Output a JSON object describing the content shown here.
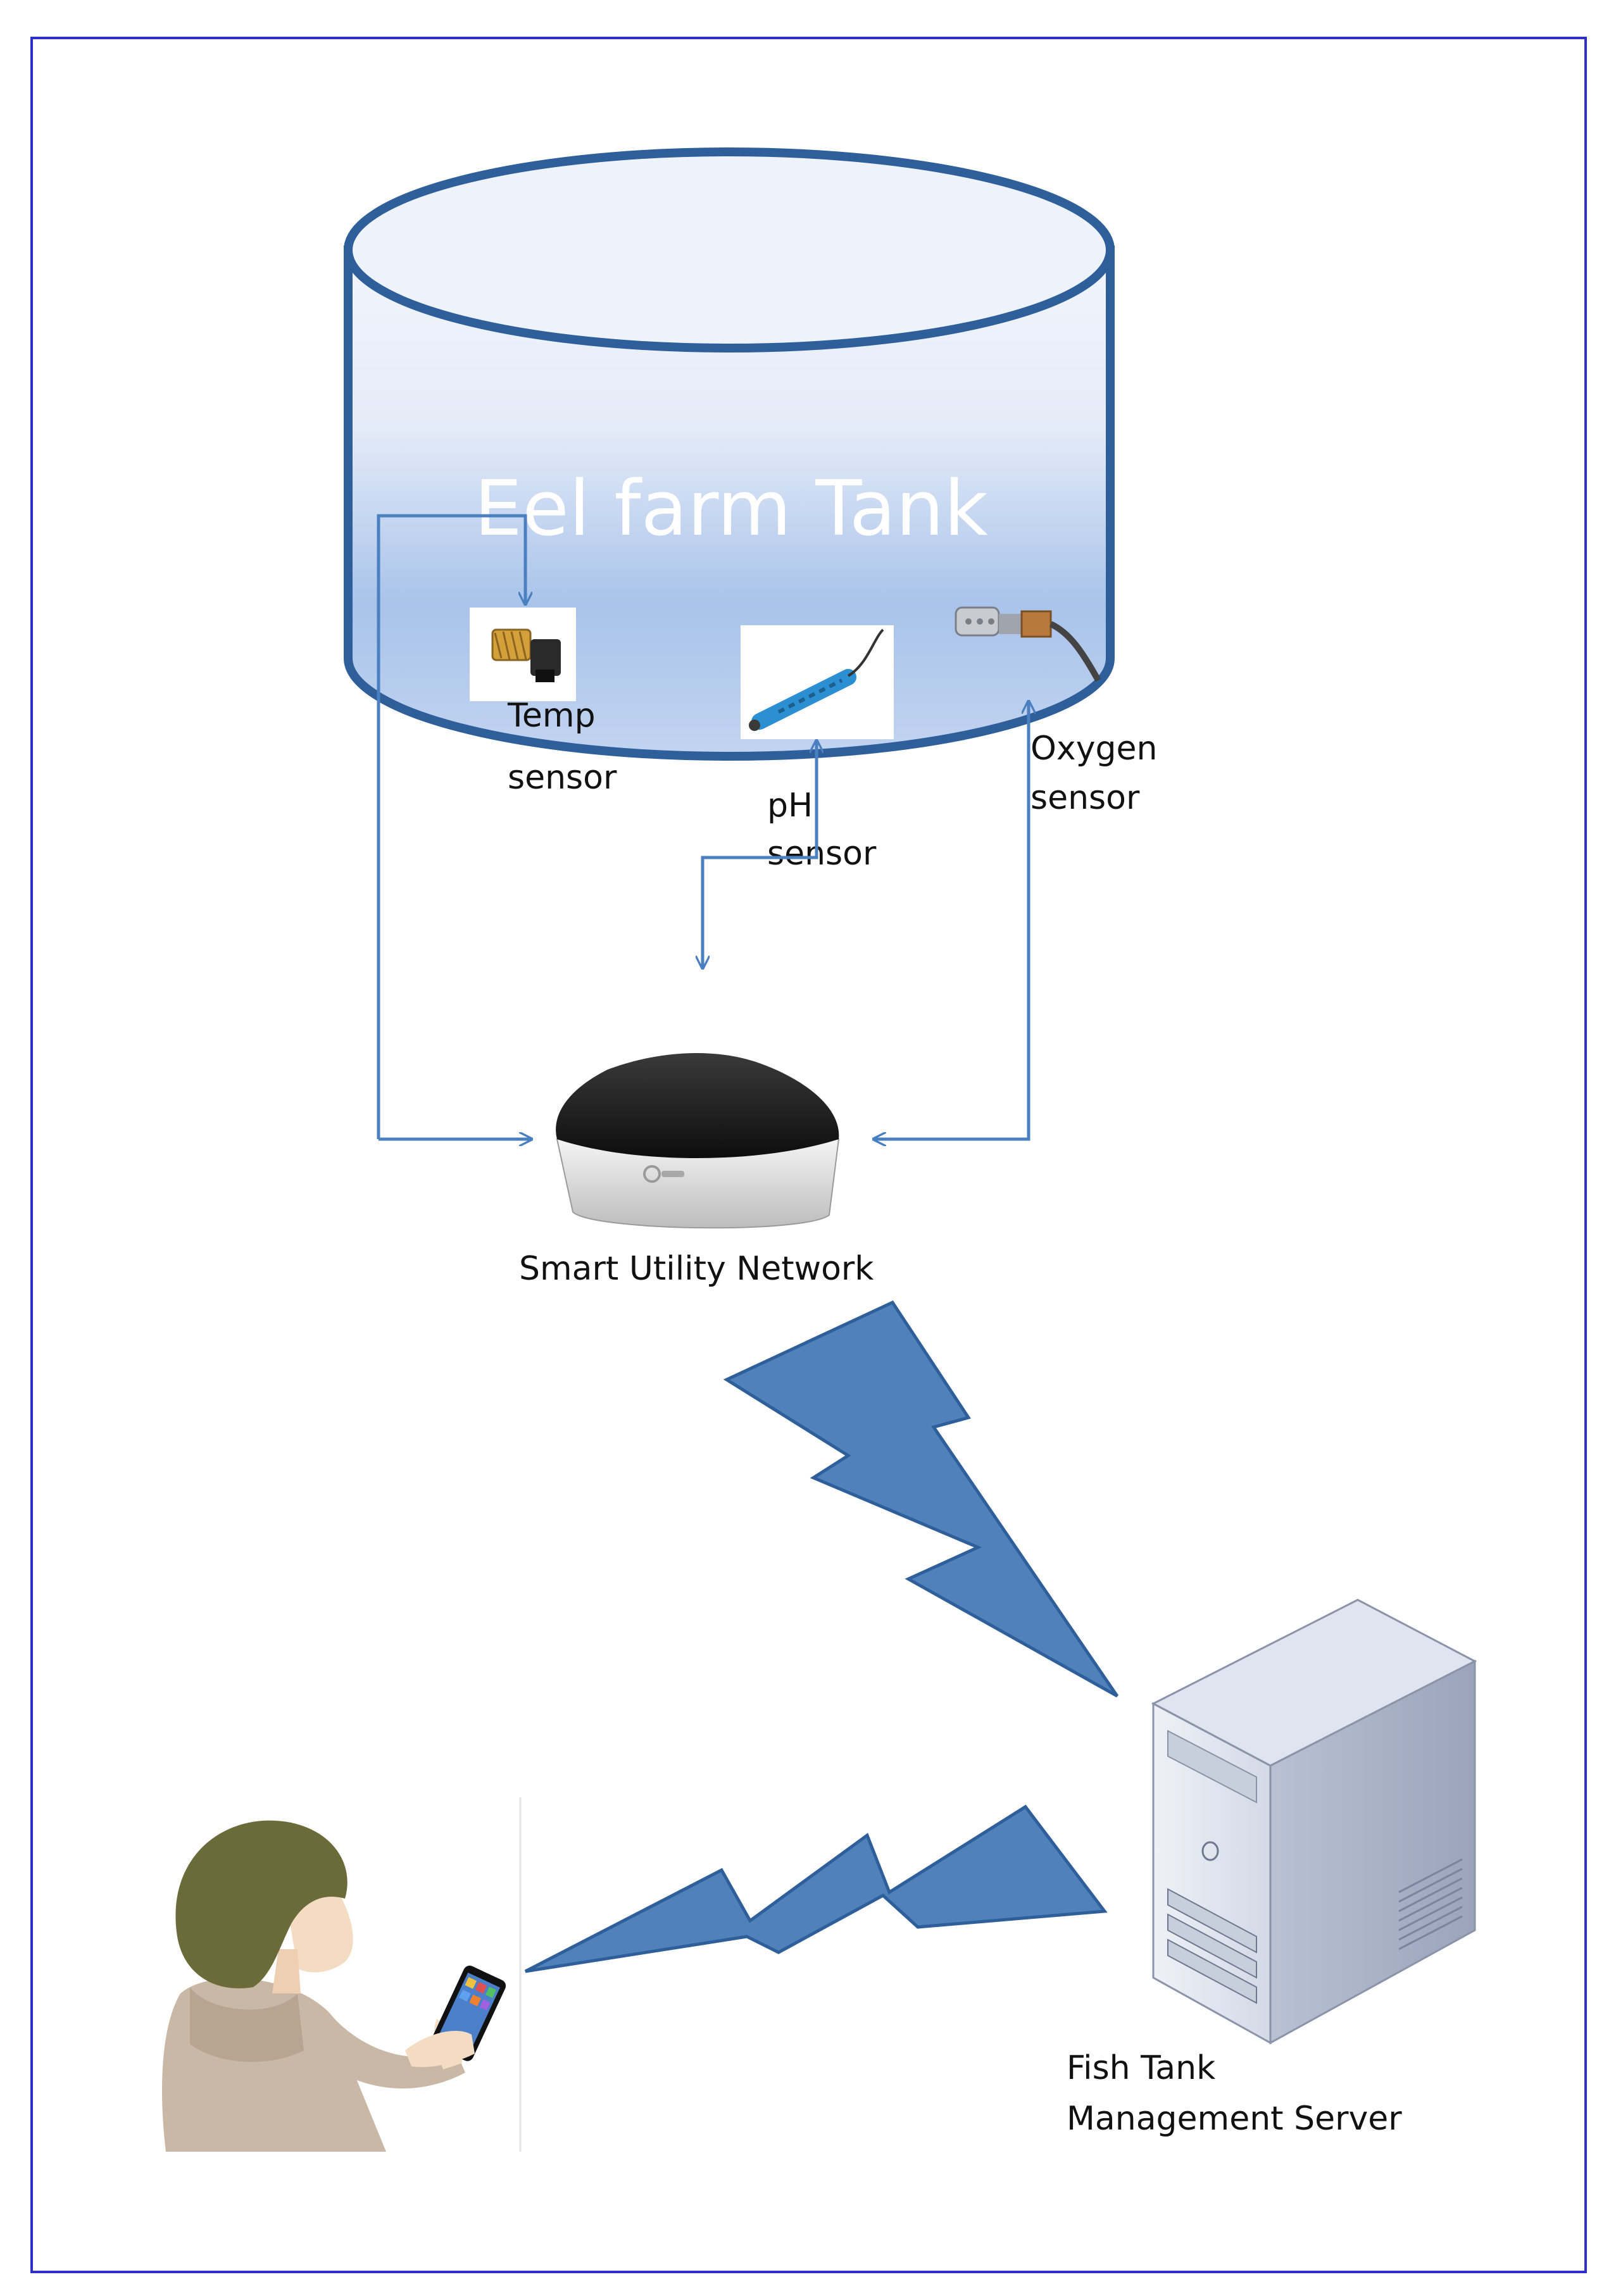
{
  "tank": {
    "title": "Eel farm Tank"
  },
  "sensors": {
    "temp": [
      "Temp",
      "sensor"
    ],
    "ph": [
      "pH",
      "sensor"
    ],
    "oxygen": [
      "Oxygen",
      "sensor"
    ]
  },
  "hub": {
    "label": "Smart Utility Network"
  },
  "server": {
    "label": [
      "Fish Tank",
      "Management Server"
    ]
  },
  "colors": {
    "border": "#2e2ec8",
    "tank_outline": "#2f5f9a",
    "arrow": "#4a7fc0",
    "bolt": "#4f81bd",
    "bolt_outline": "#2f5f9a",
    "tank_fill_top": "#eef2fb",
    "tank_fill_bottom": "#9db8e6"
  }
}
